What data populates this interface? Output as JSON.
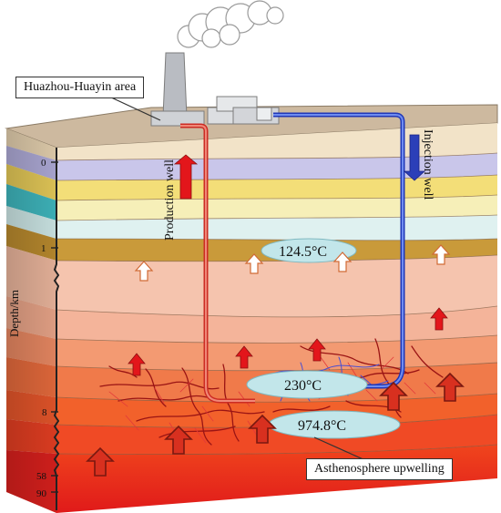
{
  "labels": {
    "area": "Huazhou-Huayin area",
    "production_well": "Production well",
    "injection_well": "Injection well",
    "depth_axis": "Depth/km",
    "asthenosphere": "Asthenosphere upwelling"
  },
  "temperatures": {
    "shallow": "124.5°C",
    "reservoir": "230°C",
    "deep": "974.8°C"
  },
  "depth_ticks": [
    "0",
    "1",
    "8",
    "58",
    "90"
  ],
  "colors": {
    "production_pipe": "#e0443a",
    "injection_pipe": "#2c4fd6",
    "arrow_red": "#e3161b",
    "arrow_hollow_stroke": "#d4703a",
    "arrow_deep": "#b23a2a",
    "temp_ellipse": "#bfe6ea"
  }
}
